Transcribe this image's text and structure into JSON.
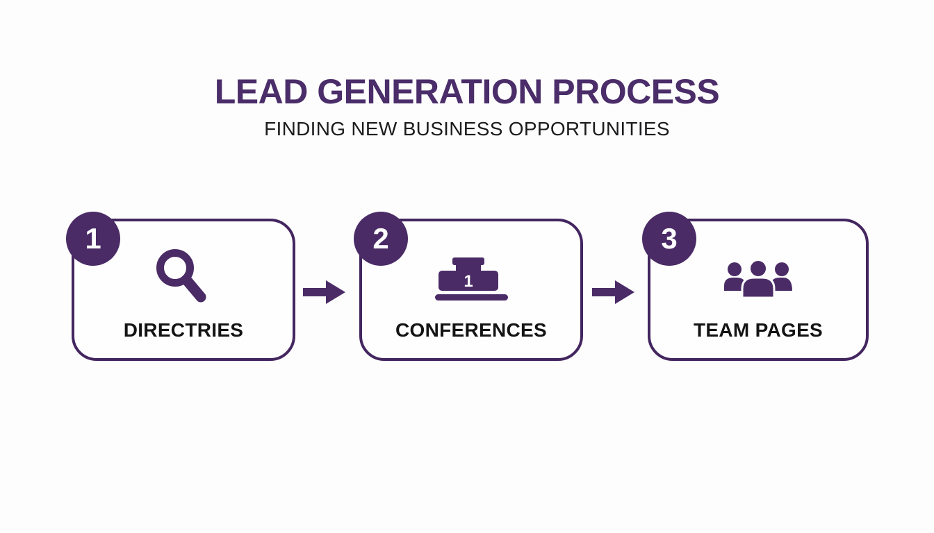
{
  "page": {
    "title": "LEAD GENERATION PROCESS",
    "subtitle": "FINDING NEW BUSINESS OPPORTUNITIES"
  },
  "colors": {
    "purple_fill": "#4A2B66",
    "purple_border": "#43265F",
    "title_purple": "#4A2D69",
    "label_black": "#141414",
    "background": "#FDFDFD"
  },
  "steps": [
    {
      "number": "1",
      "label": "DIRECTRIES",
      "icon": "magnifier-icon"
    },
    {
      "number": "2",
      "label": "CONFERENCES",
      "icon": "podium-icon",
      "podium_rank": "1"
    },
    {
      "number": "3",
      "label": "TEAM PAGES",
      "icon": "people-icon"
    }
  ],
  "connectors": [
    {
      "icon": "right-arrow-icon"
    },
    {
      "icon": "right-arrow-icon"
    }
  ]
}
